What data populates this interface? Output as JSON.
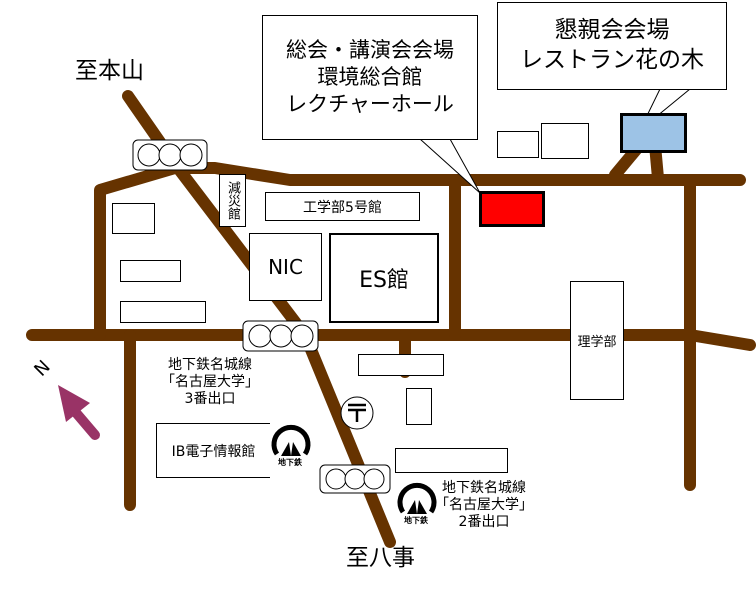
{
  "directions": {
    "top": "至本山",
    "bottom": "至八事",
    "north": "N"
  },
  "callouts": [
    {
      "lines": [
        "総会・講演会会場",
        "環境総合館",
        "レクチャーホール"
      ]
    },
    {
      "lines": [
        "懇親会会場",
        "レストラン花の木"
      ]
    }
  ],
  "buildings": {
    "bousai": "減災館",
    "eng5": "工学部5号館",
    "nic": "NIC",
    "es": "ES館",
    "science": "理学部",
    "ib": "IB電子情報館"
  },
  "subway": {
    "exit3": [
      "地下鉄名城線",
      "「名古屋大学」",
      "3番出口"
    ],
    "exit2": [
      "地下鉄名城線",
      "「名古屋大学」",
      "2番出口"
    ],
    "logo": "地下鉄"
  },
  "colors": {
    "road": "#663300",
    "venue": "#ff0000",
    "party": "#9dc3e6",
    "arrow": "#993366"
  }
}
